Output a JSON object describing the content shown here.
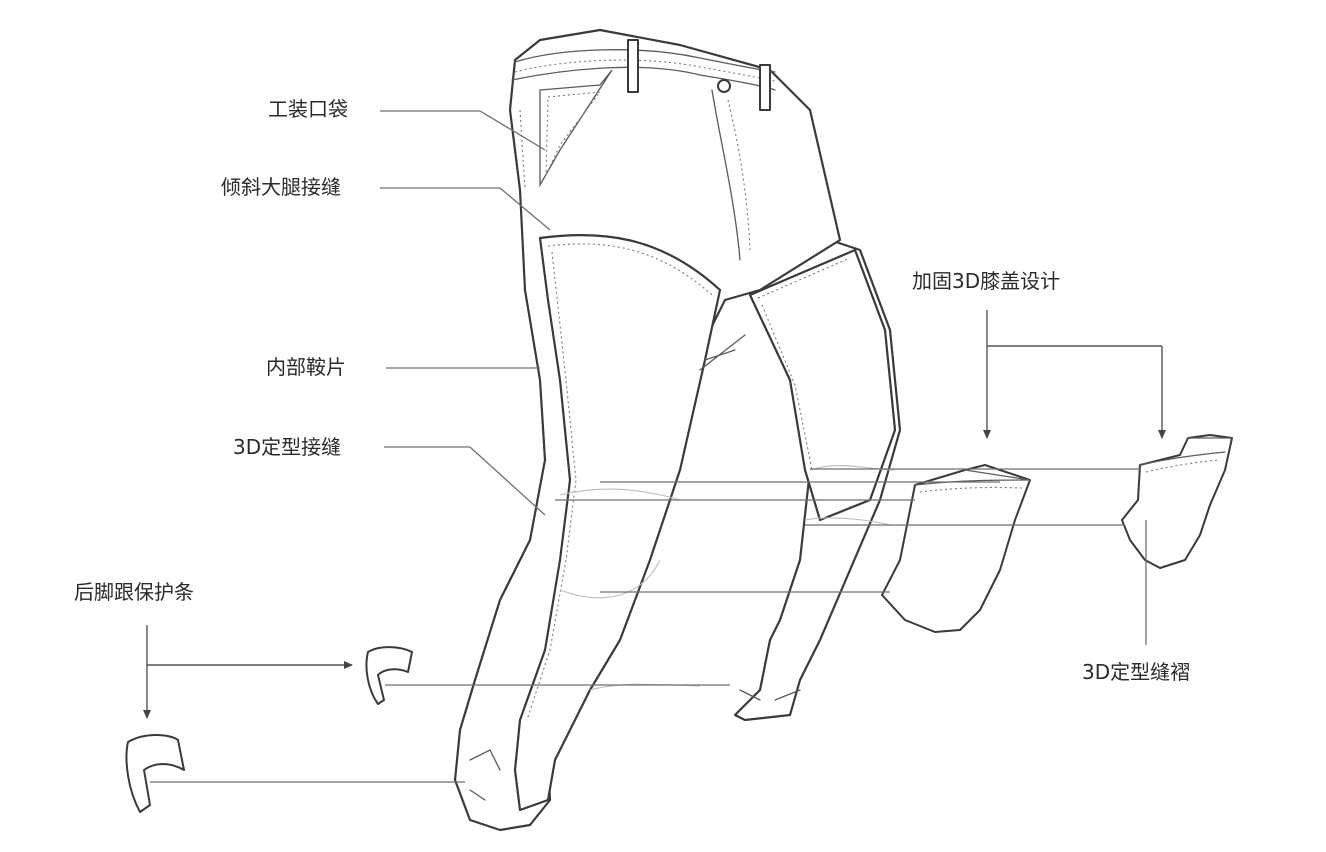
{
  "labels": {
    "workwear_pocket": "工装口袋",
    "angled_thigh_seam": "倾斜大腿接缝",
    "inner_gusset": "内部鞍片",
    "seam_3d_shaped": "3D定型接缝",
    "heel_guard": "后脚跟保护条",
    "knee_reinforced_3d": "加固3D膝盖设计",
    "pleat_3d_shaped": "3D定型缝褶"
  },
  "colors": {
    "line": "#6f6f6f",
    "outline": "#3a3a3a",
    "text": "#2b2b2b",
    "background": "#ffffff"
  },
  "icons": [
    "arrow-down-icon",
    "arrow-right-icon"
  ]
}
